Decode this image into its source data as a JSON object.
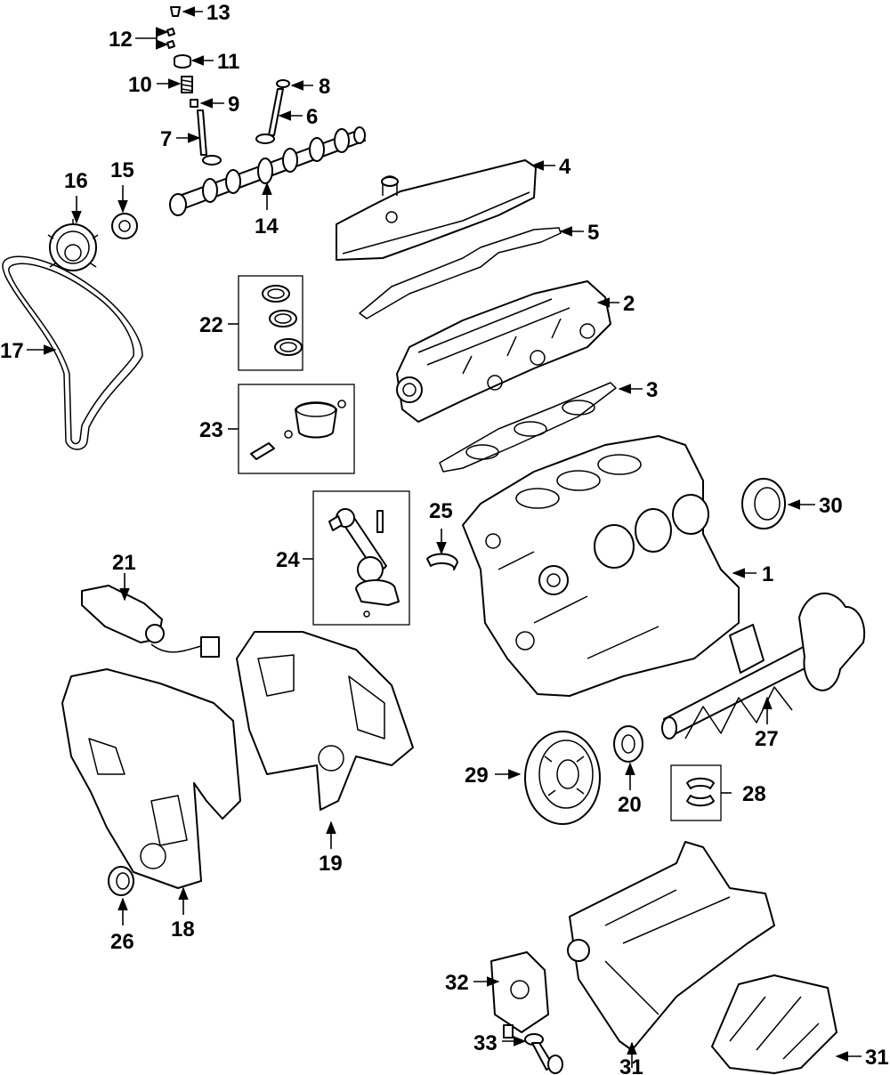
{
  "callouts": [
    {
      "id": "c13",
      "text": "13"
    },
    {
      "id": "c12",
      "text": "12"
    },
    {
      "id": "c11",
      "text": "11"
    },
    {
      "id": "c10",
      "text": "10"
    },
    {
      "id": "c9",
      "text": "9"
    },
    {
      "id": "c8",
      "text": "8"
    },
    {
      "id": "c7",
      "text": "7"
    },
    {
      "id": "c6",
      "text": "6"
    },
    {
      "id": "c16",
      "text": "16"
    },
    {
      "id": "c15",
      "text": "15"
    },
    {
      "id": "c14",
      "text": "14"
    },
    {
      "id": "c4",
      "text": "4"
    },
    {
      "id": "c5",
      "text": "5"
    },
    {
      "id": "c2",
      "text": "2"
    },
    {
      "id": "c22",
      "text": "22"
    },
    {
      "id": "c17",
      "text": "17"
    },
    {
      "id": "c3",
      "text": "3"
    },
    {
      "id": "c23",
      "text": "23"
    },
    {
      "id": "c30",
      "text": "30"
    },
    {
      "id": "c25",
      "text": "25"
    },
    {
      "id": "c24",
      "text": "24"
    },
    {
      "id": "c1",
      "text": "1"
    },
    {
      "id": "c21",
      "text": "21"
    },
    {
      "id": "c27",
      "text": "27"
    },
    {
      "id": "c29",
      "text": "29"
    },
    {
      "id": "c20",
      "text": "20"
    },
    {
      "id": "c28",
      "text": "28"
    },
    {
      "id": "c19",
      "text": "19"
    },
    {
      "id": "c26",
      "text": "26"
    },
    {
      "id": "c18",
      "text": "18"
    },
    {
      "id": "c32",
      "text": "32"
    },
    {
      "id": "c31a",
      "text": "31"
    },
    {
      "id": "c31b",
      "text": "31"
    },
    {
      "id": "c33",
      "text": "33"
    }
  ]
}
